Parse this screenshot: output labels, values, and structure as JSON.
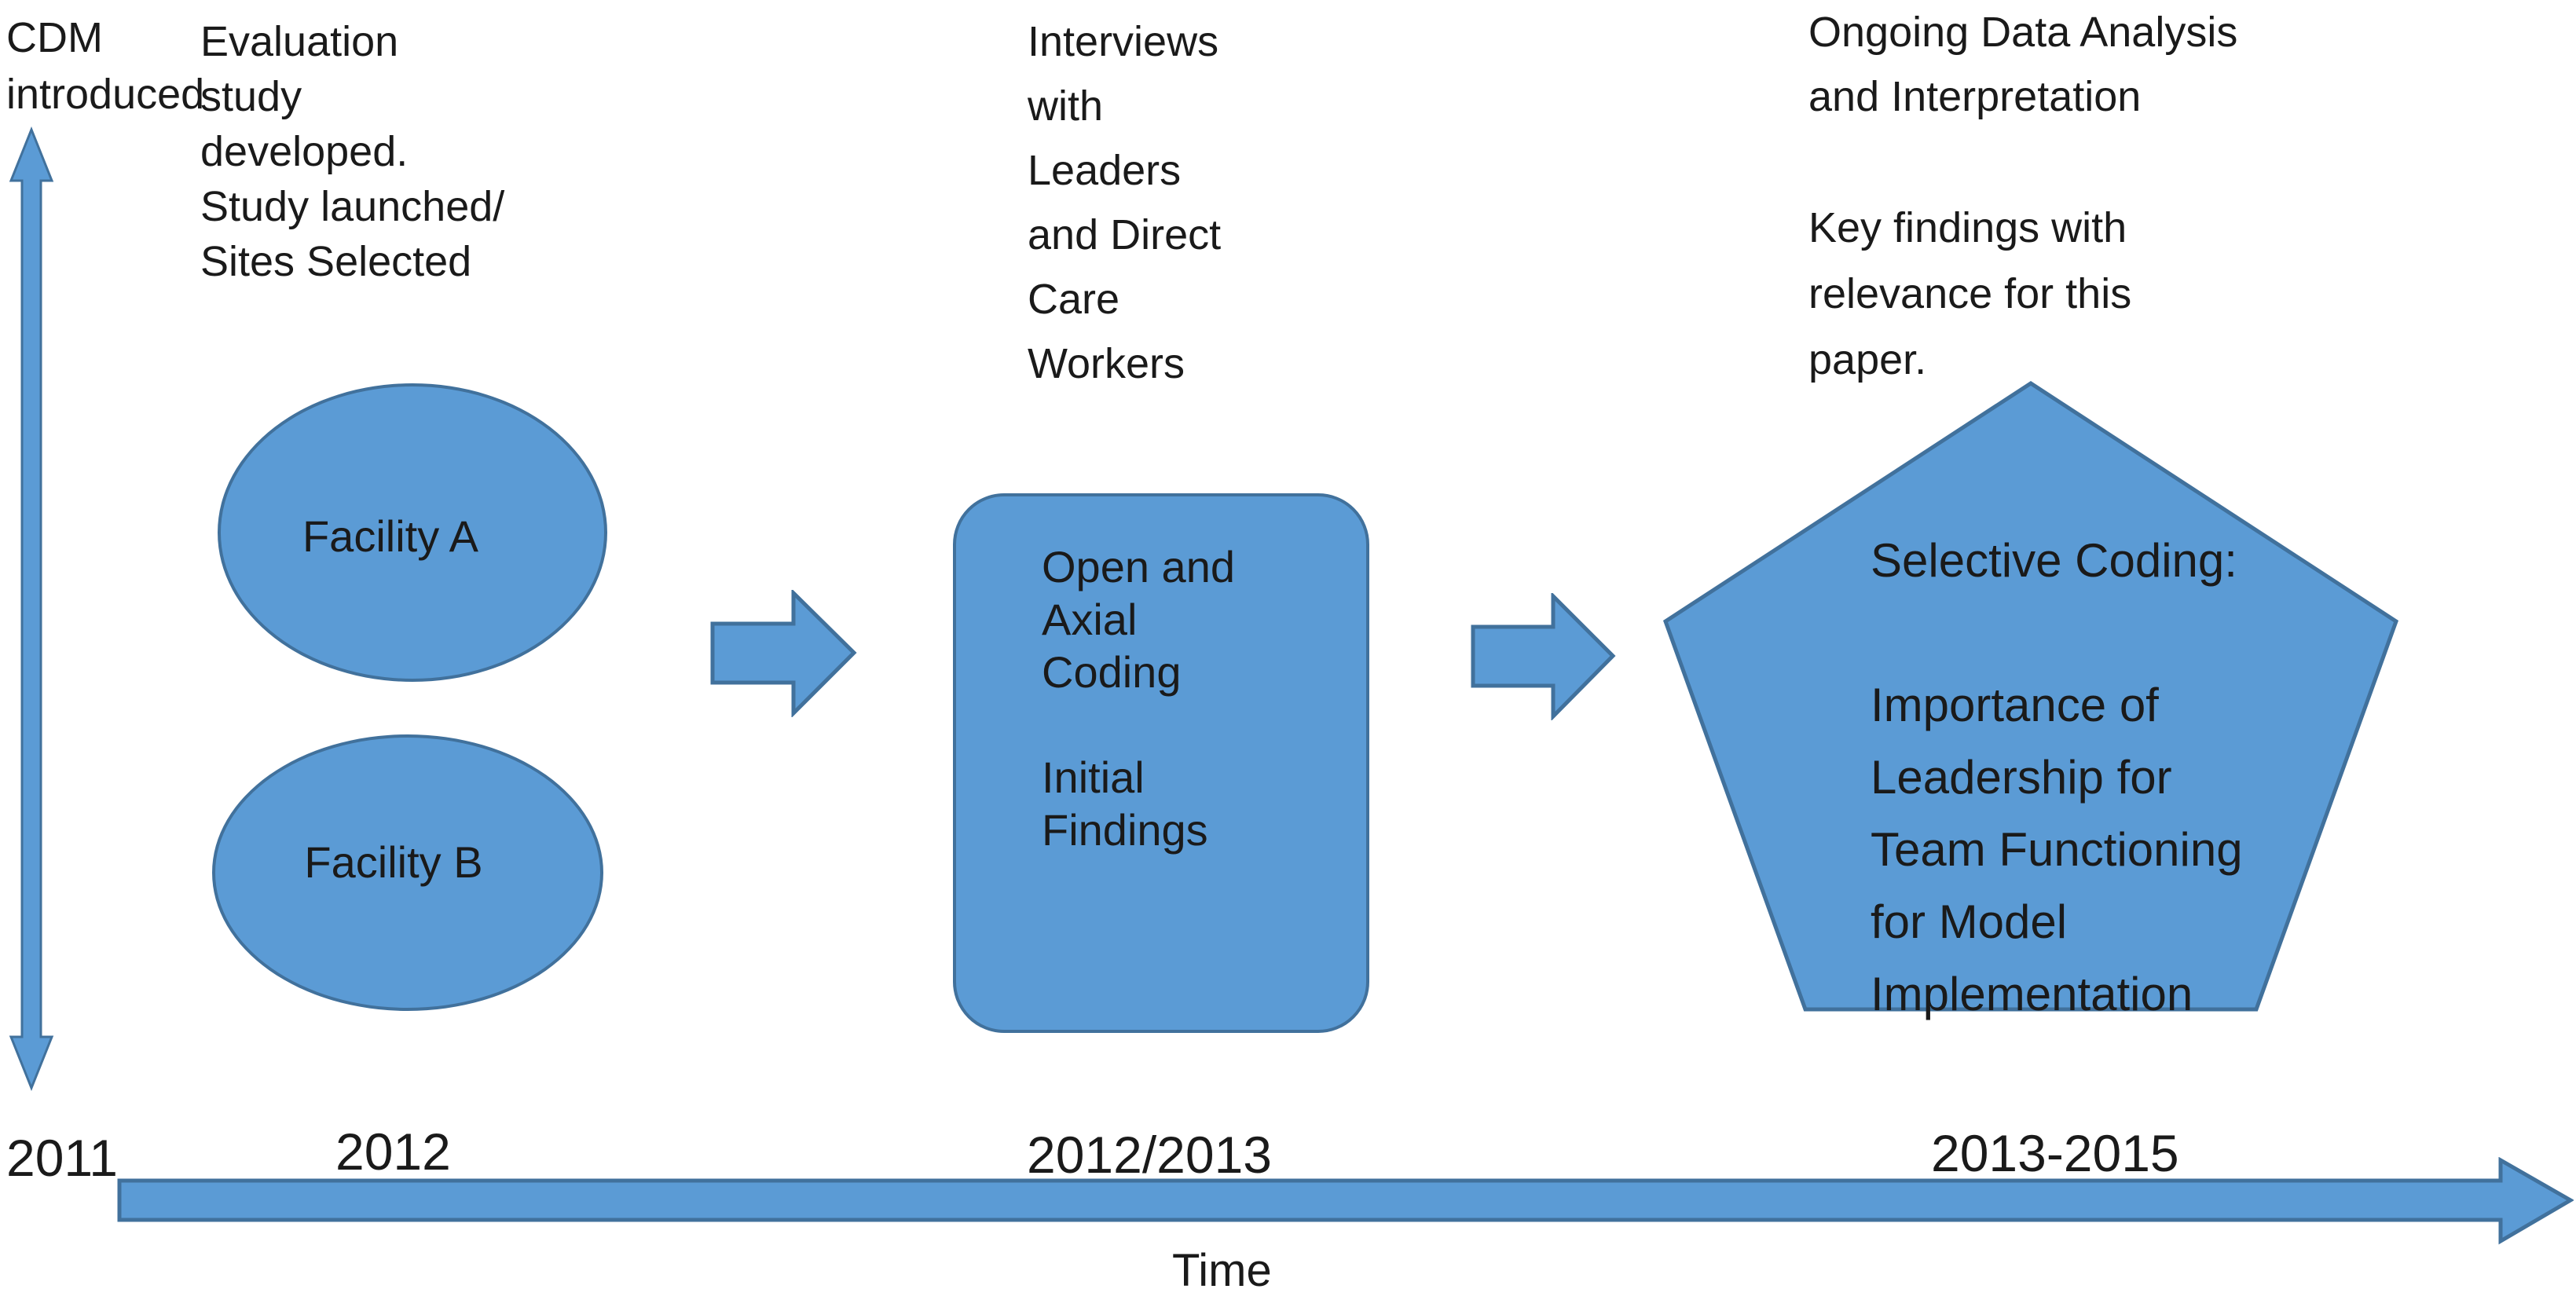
{
  "colors": {
    "shape_fill": "#5B9BD5",
    "shape_border": "#41719C",
    "text_color": "#1A1A1A",
    "background": "#FFFFFF"
  },
  "annotations": {
    "cdm": "CDM\nintroduced",
    "evaluation": "Evaluation\nstudy\ndeveloped.\nStudy launched/\nSites Selected",
    "interviews": "Interviews\nwith\nLeaders\nand Direct\nCare\nWorkers",
    "ongoing": "Ongoing Data Analysis\nand Interpretation",
    "key_findings": "Key findings with\nrelevance for this\npaper."
  },
  "shapes": {
    "facility_a": "Facility A",
    "facility_b": "Facility B",
    "coding_box": "Open and\nAxial\nCoding\n\nInitial\nFindings",
    "pentagon": "Selective Coding:\n\nImportance of\nLeadership for\nTeam Functioning\nfor Model\nImplementation"
  },
  "timeline": {
    "years": [
      "2011",
      "2012",
      "2012/2013",
      "2013-2015"
    ],
    "axis_label": "Time"
  }
}
